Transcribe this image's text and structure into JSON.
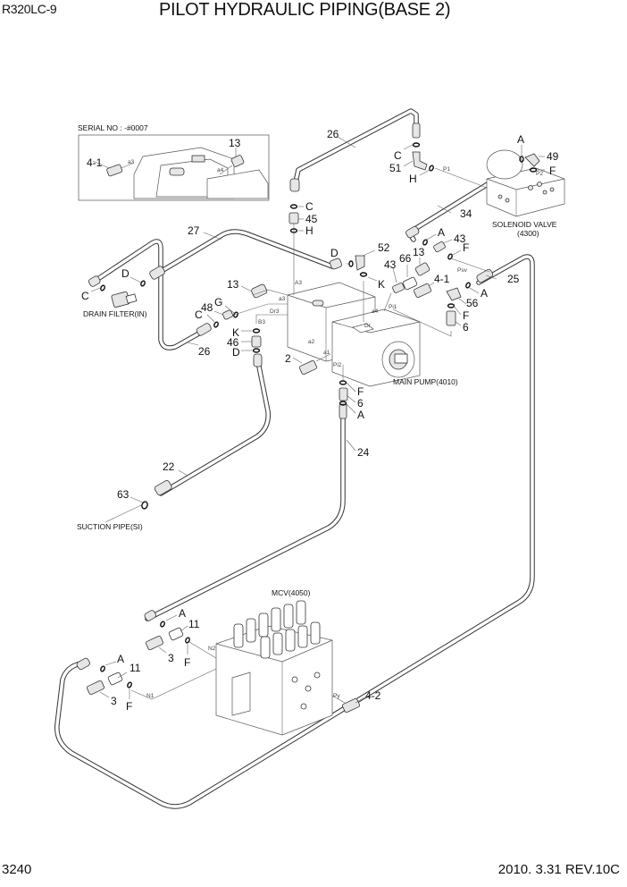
{
  "header": {
    "model": "R320LC-9",
    "title": "PILOT HYDRAULIC PIPING(BASE 2)"
  },
  "footer": {
    "page_number": "3240",
    "revision": "2010. 3.31  REV.10C"
  },
  "inset": {
    "caption": "SERIAL NO : -#0007",
    "labels": [
      "4-1",
      "13"
    ],
    "ports": [
      "a3",
      "a4"
    ]
  },
  "components": {
    "solenoid_valve": {
      "name": "SOLENOID VALVE",
      "code": "(4300)"
    },
    "main_pump": {
      "name": "MAIN PUMP(4010)"
    },
    "drain_filter": {
      "name": "DRAIN FILTER(IN)"
    },
    "suction_pipe": {
      "name": "SUCTION PIPE(SI)"
    },
    "mcv": {
      "name": "MCV(4050)"
    }
  },
  "callouts": {
    "top": [
      "26",
      "C",
      "51",
      "H",
      "C",
      "45",
      "H",
      "A",
      "49",
      "F",
      "34",
      "A",
      "43",
      "F",
      "13"
    ],
    "left": [
      "27",
      "D",
      "C",
      "13",
      "48",
      "G",
      "C",
      "K",
      "46",
      "D",
      "26",
      "2",
      "52",
      "D",
      "K",
      "43",
      "66",
      "4-1",
      "25",
      "A",
      "56",
      "F",
      "6"
    ],
    "middle": [
      "F",
      "6",
      "A",
      "24",
      "22",
      "63"
    ],
    "bottom": [
      "A",
      "11",
      "3",
      "F",
      "A",
      "11",
      "3",
      "F",
      "4-2"
    ]
  },
  "ports": [
    "P1",
    "P2",
    "Psv",
    "Pi1",
    "Pi2",
    "A3",
    "a3",
    "Dr3",
    "B3",
    "a4",
    "a2",
    "a1",
    "Dr",
    "N1",
    "N2",
    "Py"
  ]
}
